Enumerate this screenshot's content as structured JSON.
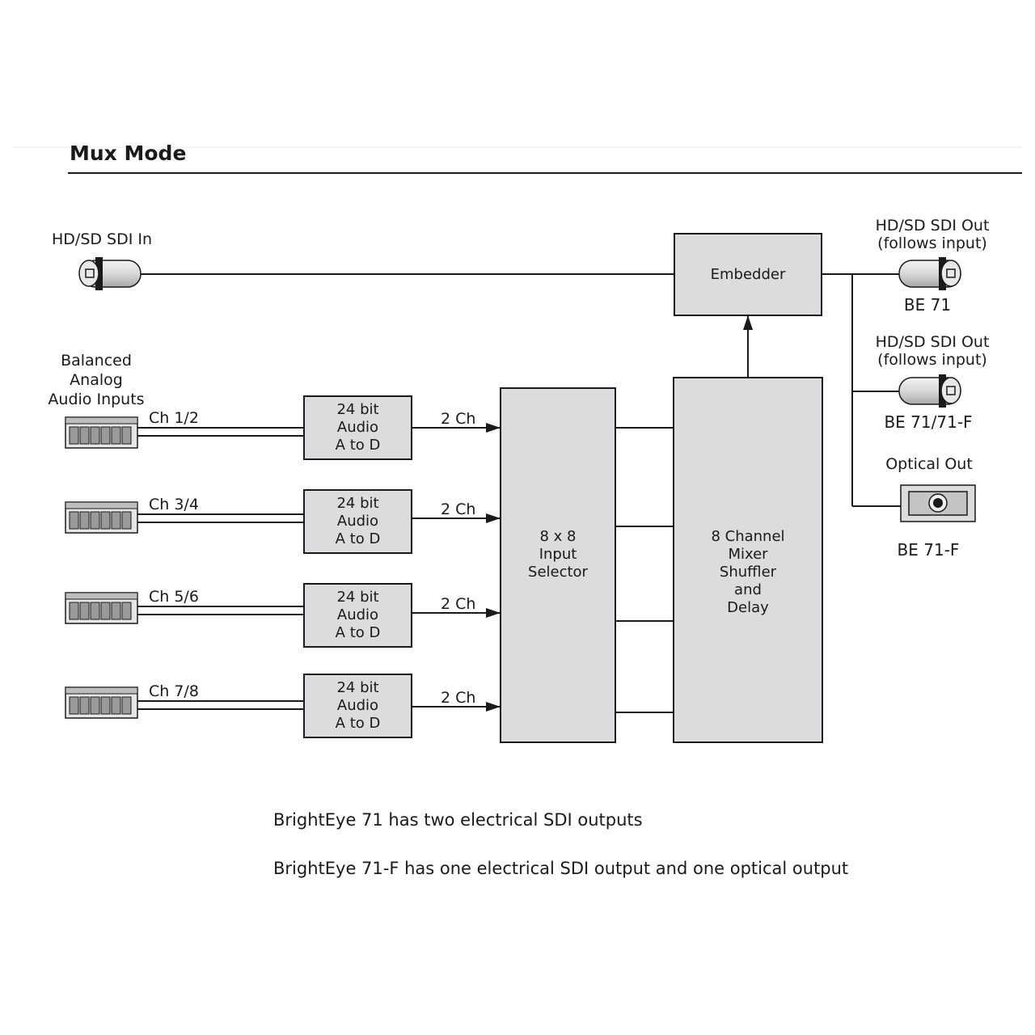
{
  "title": "Mux Mode",
  "input": {
    "sdi_in_label": "HD/SD SDI In",
    "analog_label": [
      "Balanced",
      "Analog",
      "Audio Inputs"
    ]
  },
  "channels": [
    {
      "label": "Ch 1/2",
      "adc": [
        "24 bit",
        "Audio",
        "A to D"
      ],
      "out": "2 Ch"
    },
    {
      "label": "Ch 3/4",
      "adc": [
        "24 bit",
        "Audio",
        "A to D"
      ],
      "out": "2 Ch"
    },
    {
      "label": "Ch 5/6",
      "adc": [
        "24 bit",
        "Audio",
        "A to D"
      ],
      "out": "2 Ch"
    },
    {
      "label": "Ch 7/8",
      "adc": [
        "24 bit",
        "Audio",
        "A to D"
      ],
      "out": "2 Ch"
    }
  ],
  "blocks": {
    "selector": [
      "8 x 8",
      "Input",
      "Selector"
    ],
    "mixer": [
      "8 Channel",
      "Mixer",
      "Shuffler",
      "and",
      "Delay"
    ],
    "embedder": "Embedder"
  },
  "outputs": [
    {
      "label": [
        "HD/SD SDI Out",
        "(follows input)"
      ],
      "model": "BE 71"
    },
    {
      "label": [
        "HD/SD SDI Out",
        "(follows input)"
      ],
      "model": "BE 71/71-F"
    },
    {
      "label": [
        "Optical Out"
      ],
      "model": "BE 71-F"
    }
  ],
  "notes": [
    "BrightEye 71 has two electrical SDI outputs",
    "BrightEye 71-F has one electrical SDI output and one optical output"
  ]
}
